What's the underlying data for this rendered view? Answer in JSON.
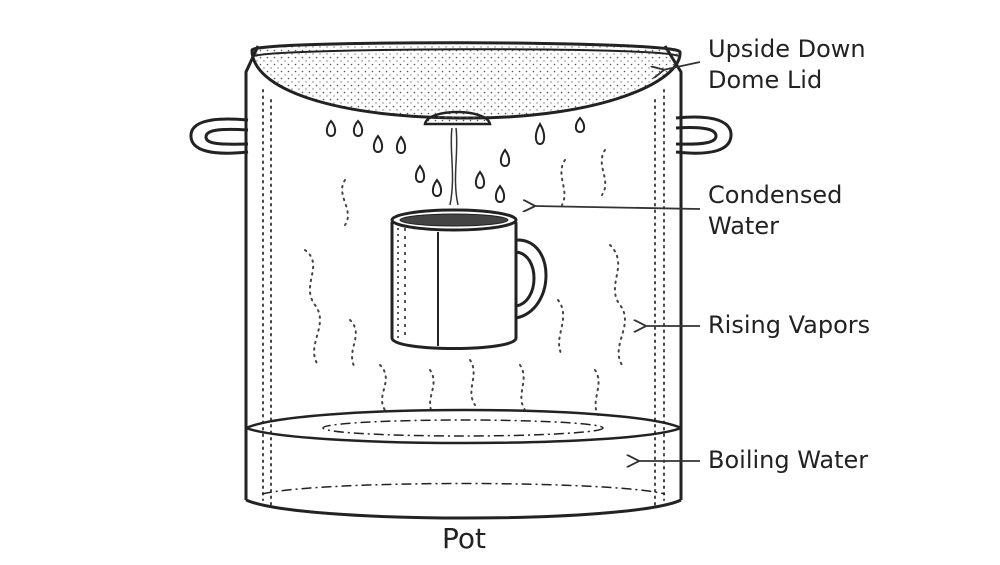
{
  "diagram": {
    "labels": {
      "lid_line1": "Upside Down",
      "lid_line2": "Dome Lid",
      "condensed_line1": "Condensed",
      "condensed_line2": "Water",
      "vapors": "Rising Vapors",
      "boiling": "Boiling Water"
    },
    "caption": "Pot"
  },
  "colors": {
    "ink": "#222222",
    "background": "#ffffff"
  }
}
